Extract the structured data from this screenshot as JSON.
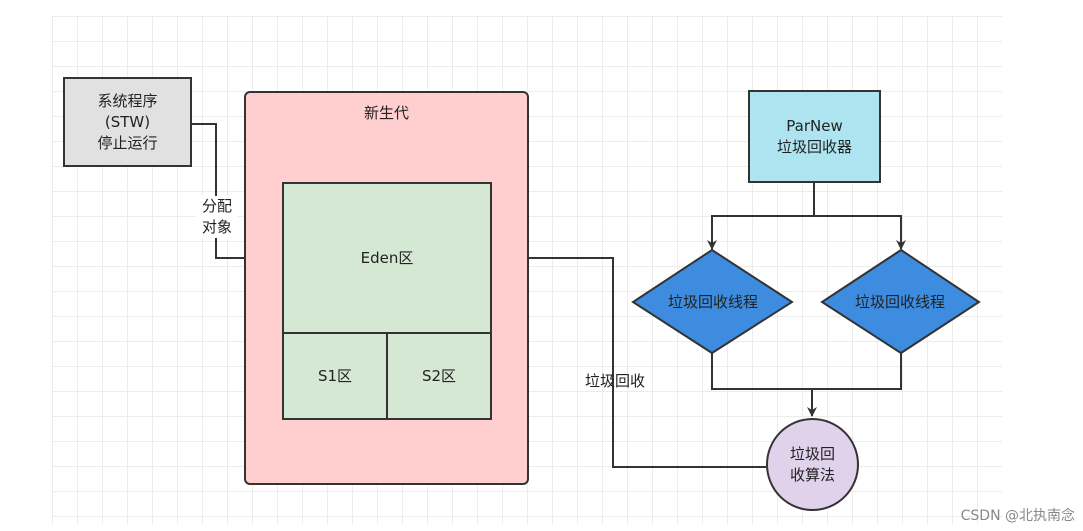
{
  "nodes": {
    "system": {
      "line1": "系统程序",
      "line2": "(STW)",
      "line3": "停止运行"
    },
    "young_gen": {
      "label": "新生代"
    },
    "eden": {
      "label": "Eden区"
    },
    "s1": {
      "label": "S1区"
    },
    "s2": {
      "label": "S2区"
    },
    "parnew": {
      "line1": "ParNew",
      "line2": "垃圾回收器"
    },
    "thread_left": {
      "label": "垃圾回收线程"
    },
    "thread_right": {
      "label": "垃圾回收线程"
    },
    "algorithm": {
      "line1": "垃圾回",
      "line2": "收算法"
    }
  },
  "edges": {
    "allocate": {
      "line1": "分配",
      "line2": "对象"
    },
    "gc": {
      "label": "垃圾回收"
    }
  },
  "watermark": "CSDN @北执南念",
  "colors": {
    "system_fill": "#e1e1e1",
    "young_fill": "#ffcfcf",
    "eden_fill": "#d4e8d4",
    "parnew_fill": "#ade4ef",
    "diamond_fill": "#3d8ce0",
    "algorithm_fill": "#e1d2eb",
    "stroke": "#333333"
  }
}
